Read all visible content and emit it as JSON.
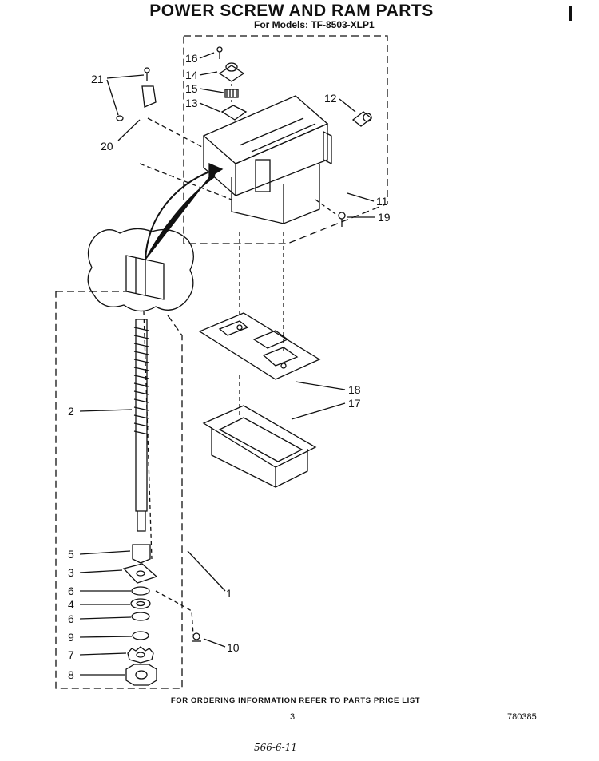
{
  "header": {
    "title": "POWER SCREW AND RAM PARTS",
    "subtitle": "For Models:  TF-8503-XLP1"
  },
  "callouts": {
    "c1": "1",
    "c2": "2",
    "c3": "3",
    "c4": "4",
    "c5": "5",
    "c6a": "6",
    "c6b": "6",
    "c7": "7",
    "c8": "8",
    "c9": "9",
    "c10": "10",
    "c11": "11",
    "c12": "12",
    "c13": "13",
    "c14": "14",
    "c15": "15",
    "c16": "16",
    "c17": "17",
    "c18": "18",
    "c19": "19",
    "c20": "20",
    "c21": "21"
  },
  "footer": {
    "note": "FOR ORDERING INFORMATION REFER TO PARTS PRICE LIST",
    "page": "3",
    "code": "780385",
    "handwritten": "566-6-11"
  }
}
